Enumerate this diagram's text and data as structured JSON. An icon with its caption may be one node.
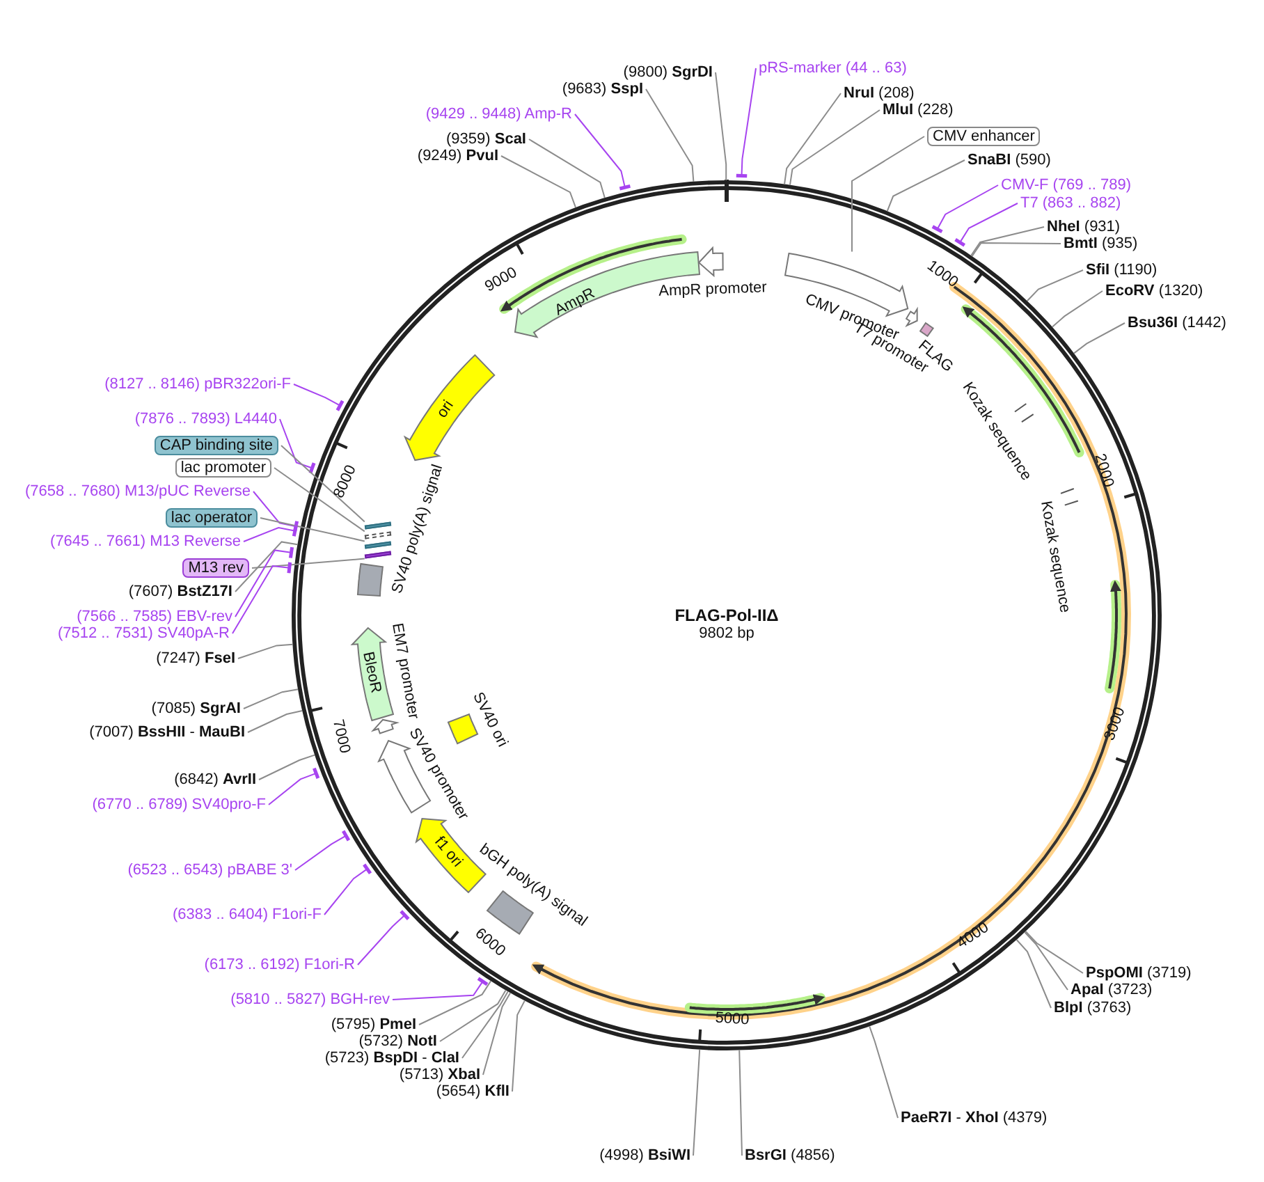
{
  "diagram": {
    "title": "FLAG-Pol-IIΔ",
    "nodes": [
      {
        "text": [
          "(9800) **SgrDI**"
        ]
      },
      {
        "text": [
          "pRS-marker (44 .. 63)"
        ]
      },
      {
        "text": [
          "(9683) **SspI**"
        ]
      },
      {
        "text": [
          "**NruI** (208)"
        ]
      },
      {
        "text": [
          "(9429 .. 9448) Amp-R"
        ]
      },
      {
        "text": [
          "**MluI** (228)"
        ]
      },
      {
        "text": [
          "CMV enhancer"
        ]
      },
      {
        "text": [
          "(9359) **ScaI**"
        ]
      },
      {
        "text": [
          "(9249) **PvuI**"
        ]
      },
      {
        "text": [
          "**SnaBI** (590)"
        ]
      },
      {
        "text": [
          "CMV-F (769 .. 789)"
        ]
      },
      {
        "text": [
          "T7 (863 .. 882)"
        ]
      },
      {
        "text": [
          "**NheI** (931)"
        ]
      },
      {
        "text": [
          "**BmtI** (935)"
        ]
      },
      {
        "text": [
          "**SfiI** (1190)"
        ]
      },
      {
        "text": [
          "**EcoRV** (1320)"
        ]
      },
      {
        "text": [
          "**Bsu36I** (1442)"
        ]
      },
      {
        "text": [
          "(8127 .. 8146) pBR322ori-F"
        ]
      },
      {
        "text": [
          "(7876 .. 7893) L4440"
        ]
      },
      {
        "text": [
          "CAP binding site"
        ]
      },
      {
        "text": [
          "lac promoter"
        ]
      },
      {
        "text": [
          "(7658 .. 7680) M13/pUC Reverse"
        ]
      },
      {
        "text": [
          "lac operator"
        ]
      },
      {
        "text": [
          "(7645 .. 7661) M13 Reverse"
        ]
      },
      {
        "text": [
          "M13 rev"
        ]
      },
      {
        "text": [
          "(7607) **BstZ17I**"
        ]
      },
      {
        "text": [
          "(7566 .. 7585) EBV-rev"
        ]
      },
      {
        "text": [
          "(7512 .. 7531) SV40pA-R"
        ]
      },
      {
        "text": [
          "(7247) **FseI**"
        ]
      },
      {
        "text": [
          "(7085) **SgrAI**"
        ]
      },
      {
        "text": [
          "(7007) **BssHII** - **MauBI**"
        ]
      },
      {
        "text": [
          "(6842) **AvrII**"
        ]
      },
      {
        "text": [
          "(6770 .. 6789) SV40pro-F"
        ]
      },
      {
        "text": [
          "(6523 .. 6543) pBABE 3'"
        ]
      },
      {
        "text": [
          "(6383 .. 6404) F1ori-F"
        ]
      },
      {
        "text": [
          "(6173 .. 6192) F1ori-R"
        ]
      },
      {
        "text": [
          "**PspOMI** (3719)"
        ]
      },
      {
        "text": [
          "**ApaI** (3723)"
        ]
      },
      {
        "text": [
          "**BlpI** (3763)"
        ]
      },
      {
        "text": [
          "(5810 .. 5827) BGH-rev"
        ]
      },
      {
        "text": [
          "(5795) **PmeI**"
        ]
      },
      {
        "text": [
          "(5732) **NotI**"
        ]
      },
      {
        "text": [
          "(5723) **BspDI** - **ClaI**"
        ]
      },
      {
        "text": [
          "(5713) **XbaI**"
        ]
      },
      {
        "text": [
          "(5654) **KflI**"
        ]
      },
      {
        "text": [
          "**PaeR7I** - **XhoI** (4379)"
        ]
      },
      {
        "text": [
          "(4998) **BsiWI**"
        ]
      },
      {
        "text": [
          "**BsrGI** (4856)"
        ]
      },
      {
        "text": [
          "AmpR"
        ]
      },
      {
        "text": [
          "AmpR promoter"
        ]
      },
      {
        "text": [
          "CMV promoter"
        ]
      },
      {
        "text": [
          "ori"
        ]
      },
      {
        "text": [
          "T7 promoter"
        ]
      },
      {
        "text": [
          "FLAG"
        ]
      },
      {
        "text": [
          "Kozak sequence"
        ]
      },
      {
        "text": [
          "Kozak sequence"
        ]
      },
      {
        "text": [
          "SV40 poly(A) signal"
        ]
      },
      {
        "text": [
          "BleoR"
        ]
      },
      {
        "text": [
          "EM7 promoter"
        ]
      },
      {
        "text": [
          "SV40 ori"
        ]
      },
      {
        "text": [
          "SV40 promoter"
        ]
      },
      {
        "text": [
          "f1 ori"
        ]
      },
      {
        "text": [
          "bGH poly(A) signal"
        ]
      },
      {
        "text": [],
        "shape": "box"
      },
      {
        "text": [],
        "shape": "box"
      },
      {
        "text": [],
        "shape": "box"
      },
      {
        "text": [],
        "shape": "box"
      }
    ],
    "edges": [
      {
        "from": 0,
        "to": null,
        "arrow": "none"
      },
      {
        "from": 1,
        "to": null,
        "arrow": "none",
        "color": "#a744f0"
      },
      {
        "from": 2,
        "to": null,
        "arrow": "none"
      },
      {
        "from": 3,
        "to": null,
        "arrow": "none"
      },
      {
        "from": 4,
        "to": null,
        "arrow": "none",
        "color": "#a744f0"
      },
      {
        "from": 5,
        "to": null,
        "arrow": "none"
      },
      {
        "from": 6,
        "to": 50,
        "arrow": "none"
      },
      {
        "from": 7,
        "to": null,
        "arrow": "none"
      },
      {
        "from": 8,
        "to": null,
        "arrow": "none"
      },
      {
        "from": 9,
        "to": null,
        "arrow": "none"
      },
      {
        "from": 10,
        "to": null,
        "arrow": "none",
        "color": "#a744f0"
      },
      {
        "from": 11,
        "to": null,
        "arrow": "none",
        "color": "#a744f0"
      },
      {
        "from": 12,
        "to": null,
        "arrow": "none"
      },
      {
        "from": 13,
        "to": null,
        "arrow": "none"
      },
      {
        "from": 14,
        "to": null,
        "arrow": "none"
      },
      {
        "from": 15,
        "to": null,
        "arrow": "none"
      },
      {
        "from": 16,
        "to": null,
        "arrow": "none"
      },
      {
        "from": 17,
        "to": null,
        "arrow": "none",
        "color": "#a744f0"
      },
      {
        "from": 18,
        "to": null,
        "arrow": "none",
        "color": "#a744f0"
      },
      {
        "from": 19,
        "to": 63,
        "arrow": "none"
      },
      {
        "from": 20,
        "to": 64,
        "arrow": "none"
      },
      {
        "from": 21,
        "to": null,
        "arrow": "none",
        "color": "#a744f0"
      },
      {
        "from": 22,
        "to": 65,
        "arrow": "none"
      },
      {
        "from": 23,
        "to": null,
        "arrow": "none",
        "color": "#a744f0"
      },
      {
        "from": 24,
        "to": 66,
        "arrow": "none"
      },
      {
        "from": 25,
        "to": null,
        "arrow": "none"
      },
      {
        "from": 26,
        "to": null,
        "arrow": "none",
        "color": "#a744f0"
      },
      {
        "from": 27,
        "to": null,
        "arrow": "none",
        "color": "#a744f0"
      },
      {
        "from": 28,
        "to": null,
        "arrow": "none"
      },
      {
        "from": 29,
        "to": null,
        "arrow": "none"
      },
      {
        "from": 30,
        "to": null,
        "arrow": "none"
      },
      {
        "from": 31,
        "to": null,
        "arrow": "none"
      },
      {
        "from": 32,
        "to": null,
        "arrow": "none",
        "color": "#a744f0"
      },
      {
        "from": 33,
        "to": null,
        "arrow": "none",
        "color": "#a744f0"
      },
      {
        "from": 34,
        "to": null,
        "arrow": "none",
        "color": "#a744f0"
      },
      {
        "from": 35,
        "to": null,
        "arrow": "none",
        "color": "#a744f0"
      },
      {
        "from": 36,
        "to": null,
        "arrow": "none"
      },
      {
        "from": 37,
        "to": null,
        "arrow": "none"
      },
      {
        "from": 38,
        "to": null,
        "arrow": "none"
      },
      {
        "from": 39,
        "to": null,
        "arrow": "none",
        "color": "#a744f0"
      },
      {
        "from": 40,
        "to": null,
        "arrow": "none"
      },
      {
        "from": 41,
        "to": null,
        "arrow": "none"
      },
      {
        "from": 42,
        "to": null,
        "arrow": "none"
      },
      {
        "from": 43,
        "to": null,
        "arrow": "none"
      },
      {
        "from": 44,
        "to": null,
        "arrow": "none"
      },
      {
        "from": 45,
        "to": null,
        "arrow": "none"
      },
      {
        "from": 46,
        "to": null,
        "arrow": "none"
      },
      {
        "from": 47,
        "to": null,
        "arrow": "none"
      }
    ],
    "labels": [
      "9802 bp",
      "1000",
      "2000",
      "3000",
      "4000",
      "5000",
      "6000",
      "7000",
      "8000",
      "9000"
    ]
  }
}
